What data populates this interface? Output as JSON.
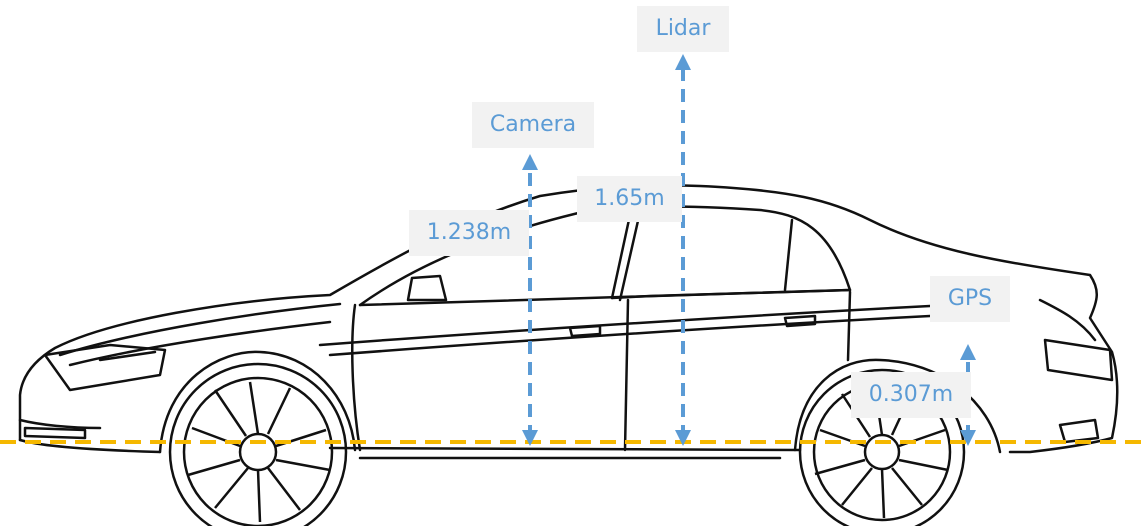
{
  "sensors": {
    "lidar": {
      "name": "Lidar",
      "height": "1.65m"
    },
    "camera": {
      "name": "Camera",
      "height": "1.238m"
    },
    "gps": {
      "name": "GPS",
      "height": "0.307m"
    }
  },
  "colors": {
    "arrow": "#5b9bd5",
    "ground_line": "#f5b800",
    "label_bg": "#f2f2f2",
    "car_outline": "#111111"
  },
  "icons": {
    "car": "car-side-outline-icon"
  }
}
